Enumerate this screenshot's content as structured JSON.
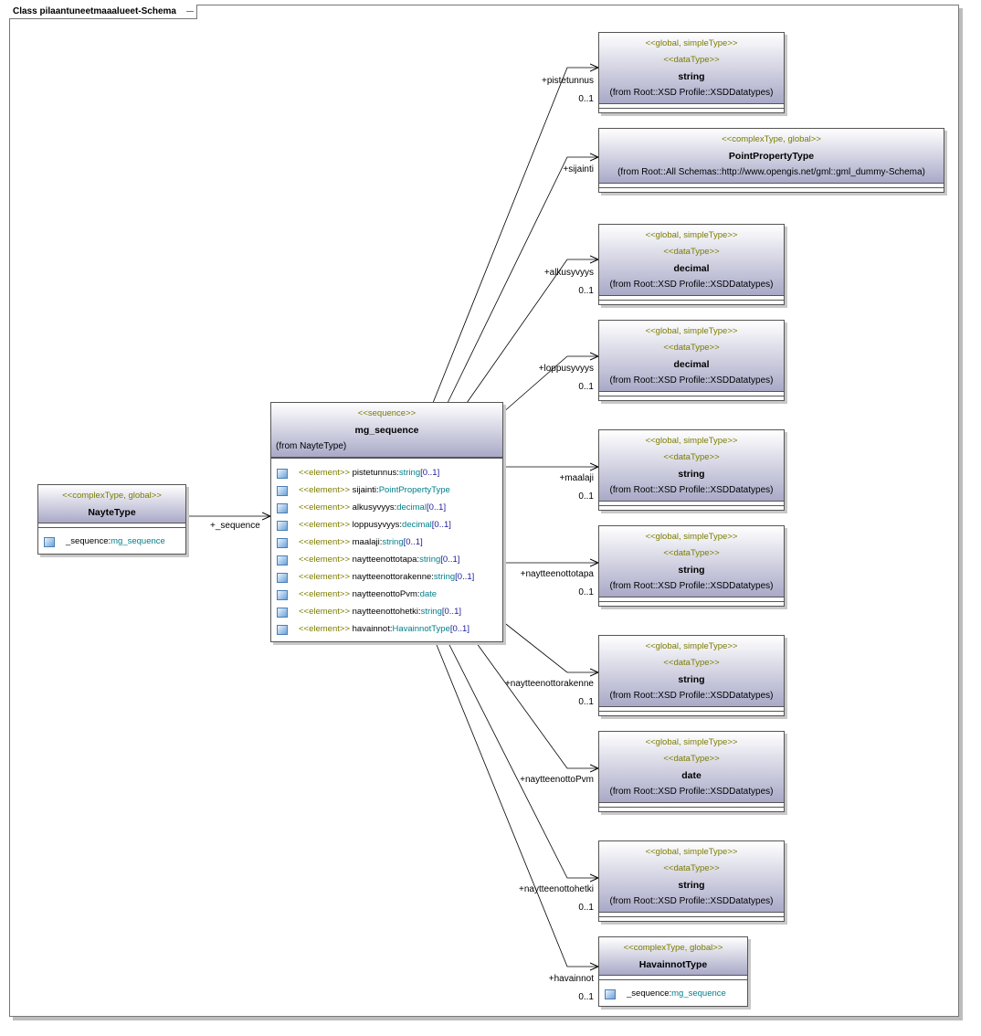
{
  "frame_title": "Class pilaantuneetmaaalueet-Schema",
  "colors": {
    "stereotype": "#7c7c00",
    "type": "#00808a",
    "multiplicity": "#1a1a99",
    "header_top": "#ffffff",
    "header_bottom": "#a9a9c8"
  },
  "nayte_type": {
    "stereotype": "<<complexType, global>>",
    "name": "NayteType",
    "attributes": [
      {
        "name": "_sequence:",
        "type": "mg_sequence"
      }
    ],
    "link_label": "+_sequence"
  },
  "mg_sequence": {
    "stereotype": "<<sequence>>",
    "name": "mg_sequence",
    "from": "(from NayteType)",
    "attributes": [
      {
        "stereotype": "<<element>>",
        "name": "pistetunnus:",
        "type": "string",
        "mult": "[0..1]"
      },
      {
        "stereotype": "<<element>>",
        "name": "sijainti:",
        "type": "PointPropertyType",
        "mult": ""
      },
      {
        "stereotype": "<<element>>",
        "name": "alkusyvyys:",
        "type": "decimal",
        "mult": "[0..1]"
      },
      {
        "stereotype": "<<element>>",
        "name": "loppusyvyys:",
        "type": "decimal",
        "mult": "[0..1]"
      },
      {
        "stereotype": "<<element>>",
        "name": "maalaji:",
        "type": "string",
        "mult": "[0..1]"
      },
      {
        "stereotype": "<<element>>",
        "name": "naytteenottotapa:",
        "type": "string",
        "mult": "[0..1]"
      },
      {
        "stereotype": "<<element>>",
        "name": "naytteenottorakenne:",
        "type": "string",
        "mult": "[0..1]"
      },
      {
        "stereotype": "<<element>>",
        "name": "naytteenottoPvm:",
        "type": "date",
        "mult": ""
      },
      {
        "stereotype": "<<element>>",
        "name": "naytteenottohetki:",
        "type": "string",
        "mult": "[0..1]"
      },
      {
        "stereotype": "<<element>>",
        "name": "havainnot:",
        "type": "HavainnotType",
        "mult": "[0..1]"
      }
    ]
  },
  "targets": [
    {
      "stereo1": "<<global, simpleType>>",
      "stereo2": "<<dataType>>",
      "name": "string",
      "from": "(from Root::XSD Profile::XSDDatatypes)",
      "role": "+pistetunnus",
      "mult": "0..1"
    },
    {
      "stereo1": "<<complexType, global>>",
      "stereo2": "",
      "name": "PointPropertyType",
      "from": "(from Root::All Schemas::http://www.opengis.net/gml::gml_dummy-Schema)",
      "role": "+sijainti",
      "mult": ""
    },
    {
      "stereo1": "<<global, simpleType>>",
      "stereo2": "<<dataType>>",
      "name": "decimal",
      "from": "(from Root::XSD Profile::XSDDatatypes)",
      "role": "+alkusyvyys",
      "mult": "0..1"
    },
    {
      "stereo1": "<<global, simpleType>>",
      "stereo2": "<<dataType>>",
      "name": "decimal",
      "from": "(from Root::XSD Profile::XSDDatatypes)",
      "role": "+loppusyvyys",
      "mult": "0..1"
    },
    {
      "stereo1": "<<global, simpleType>>",
      "stereo2": "<<dataType>>",
      "name": "string",
      "from": "(from Root::XSD Profile::XSDDatatypes)",
      "role": "+maalaji",
      "mult": "0..1"
    },
    {
      "stereo1": "<<global, simpleType>>",
      "stereo2": "<<dataType>>",
      "name": "string",
      "from": "(from Root::XSD Profile::XSDDatatypes)",
      "role": "+naytteenottotapa",
      "mult": "0..1"
    },
    {
      "stereo1": "<<global, simpleType>>",
      "stereo2": "<<dataType>>",
      "name": "string",
      "from": "(from Root::XSD Profile::XSDDatatypes)",
      "role": "+naytteenottorakenne",
      "mult": "0..1"
    },
    {
      "stereo1": "<<global, simpleType>>",
      "stereo2": "<<dataType>>",
      "name": "date",
      "from": "(from Root::XSD Profile::XSDDatatypes)",
      "role": "+naytteenottoPvm",
      "mult": ""
    },
    {
      "stereo1": "<<global, simpleType>>",
      "stereo2": "<<dataType>>",
      "name": "string",
      "from": "(from Root::XSD Profile::XSDDatatypes)",
      "role": "+naytteenottohetki",
      "mult": "0..1"
    }
  ],
  "havainnot_type": {
    "stereotype": "<<complexType, global>>",
    "name": "HavainnotType",
    "attributes": [
      {
        "name": "_sequence:",
        "type": "mg_sequence"
      }
    ],
    "role": "+havainnot",
    "mult": "0..1"
  }
}
